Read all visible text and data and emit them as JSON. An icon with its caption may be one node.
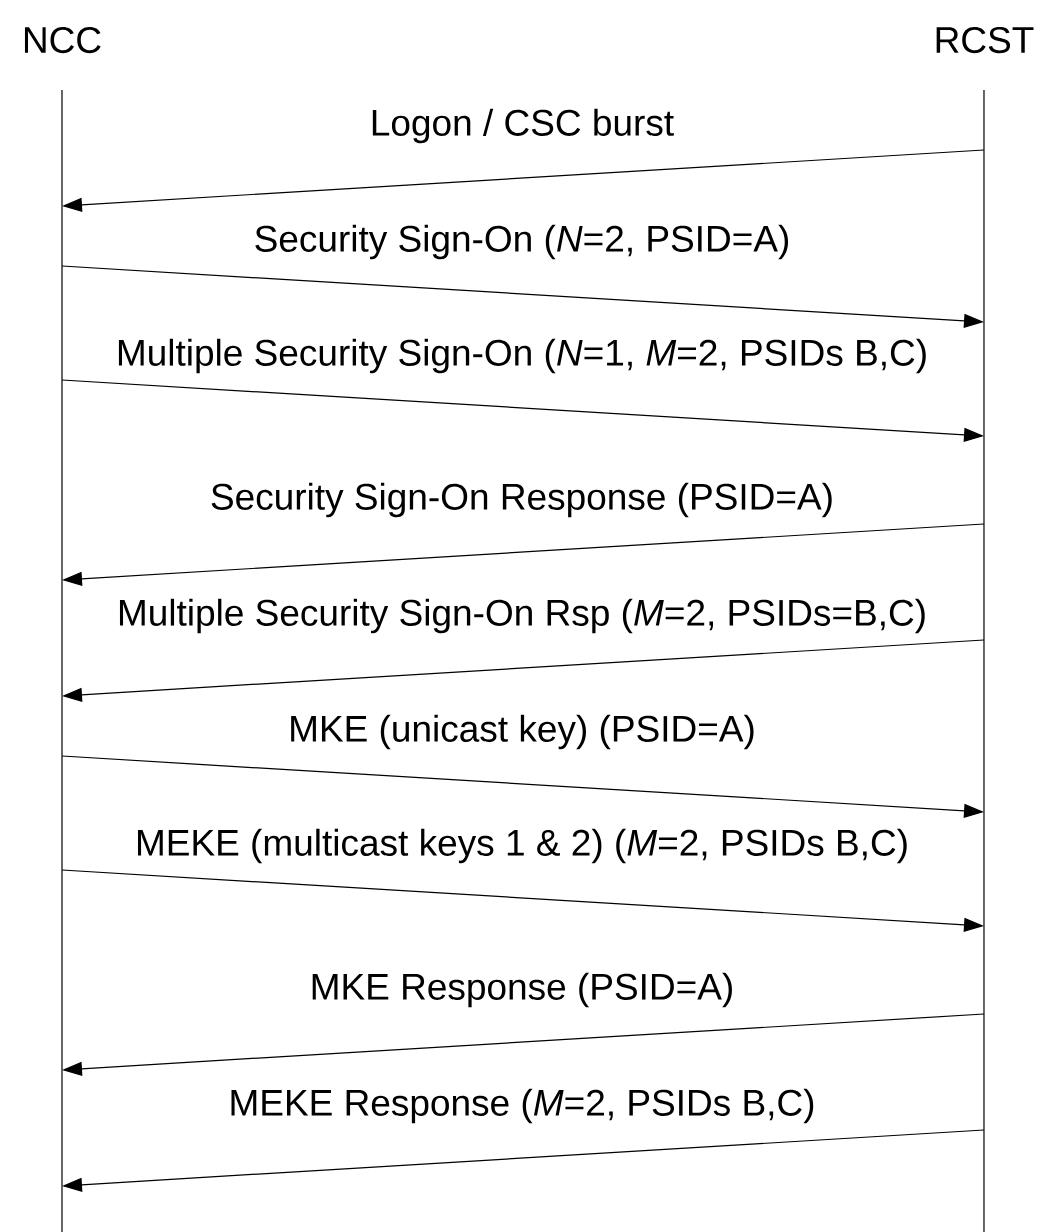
{
  "diagram": {
    "nodes": [
      {
        "text": [
          "NCC"
        ]
      },
      {
        "text": [
          "RCST"
        ]
      }
    ],
    "edges": [
      {
        "from": 1,
        "to": 0,
        "arrow": "to",
        "label": "Logon / CSC burst"
      },
      {
        "from": 0,
        "to": 1,
        "arrow": "to",
        "label": "Security Sign-On (*N*=2, PSID=A)"
      },
      {
        "from": 0,
        "to": 1,
        "arrow": "to",
        "label": "Multiple Security Sign-On (*N*=1, *M*=2, PSIDs B,C)"
      },
      {
        "from": 1,
        "to": 0,
        "arrow": "to",
        "label": "Security Sign-On Response (PSID=A)"
      },
      {
        "from": 1,
        "to": 0,
        "arrow": "to",
        "label": "Multiple Security Sign-On Rsp (*M*=2, PSIDs=B,C)"
      },
      {
        "from": 0,
        "to": 1,
        "arrow": "to",
        "label": "MKE (unicast key) (PSID=A)"
      },
      {
        "from": 0,
        "to": 1,
        "arrow": "to",
        "label": "MEKE (multicast keys 1 & 2) (*M*=2, PSIDs B,C)"
      },
      {
        "from": 1,
        "to": 0,
        "arrow": "to",
        "label": "MKE Response (PSID=A)"
      },
      {
        "from": 1,
        "to": 0,
        "arrow": "to",
        "label": "MEKE Response (*M*=2, PSIDs B,C)"
      }
    ]
  }
}
